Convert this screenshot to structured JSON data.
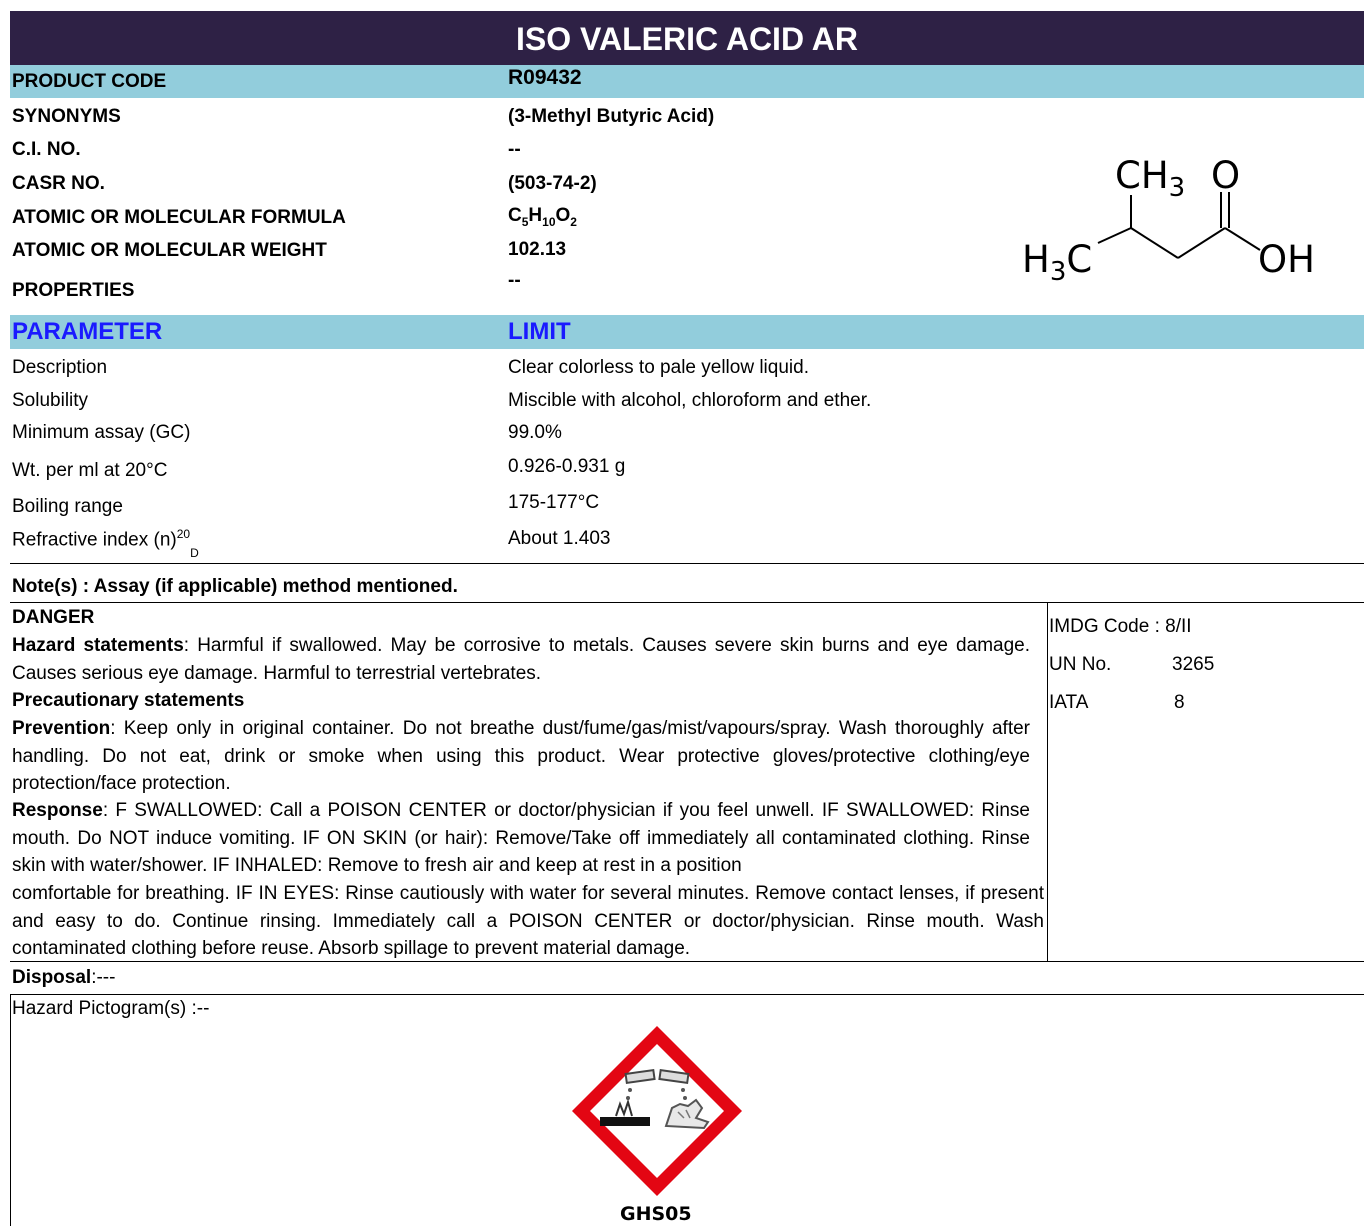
{
  "title": "ISO VALERIC ACID AR",
  "info": [
    {
      "label": "PRODUCT CODE",
      "value": "R09432"
    },
    {
      "label": "SYNONYMS",
      "value": "(3-Methyl Butyric Acid)"
    },
    {
      "label": "C.I. NO.",
      "value": "--"
    },
    {
      "label": "CASR NO.",
      "value": "(503-74-2)"
    },
    {
      "label": "ATOMIC OR MOLECULAR FORMULA",
      "value": "C5H10O2"
    },
    {
      "label": "ATOMIC OR MOLECULAR WEIGHT",
      "value": "102.13"
    },
    {
      "label": "PROPERTIES",
      "value": "--"
    }
  ],
  "formula_parts": {
    "c": "C",
    "c_n": "5",
    "h": "H",
    "h_n": "10",
    "o": "O",
    "o_n": "2"
  },
  "structure": {
    "ch3_top": "CH",
    "ch3_top_sub": "3",
    "o": "O",
    "h3c": "H",
    "h3c_sub": "3",
    "h3c_c": "C",
    "oh": "OH"
  },
  "table_header": {
    "parameter": "PARAMETER",
    "limit": "LIMIT"
  },
  "parameters": [
    {
      "name": "Description",
      "limit": "Clear colorless to pale yellow liquid."
    },
    {
      "name": "Solubility",
      "limit": "Miscible with alcohol, chloroform and ether."
    },
    {
      "name": "Minimum assay (GC)",
      "limit": "99.0%"
    },
    {
      "name": "Wt. per ml at 20°C",
      "limit": "0.926-0.931 g"
    },
    {
      "name": "Boiling range",
      "limit": "175-177°C"
    },
    {
      "name": "Refractive index (n)",
      "limit": "About 1.403"
    }
  ],
  "refractive_sup": "20",
  "refractive_sub": "D",
  "note": "Note(s) : Assay (if applicable) method mentioned.",
  "hazard": {
    "danger": "DANGER",
    "hazard_label": "Hazard statements",
    "hazard_text": ": Harmful if swallowed. May be corrosive to metals. Causes severe skin burns and eye damage. Causes serious eye damage. Harmful to terrestrial vertebrates.",
    "precautionary": "Precautionary statements",
    "prevention_label": "Prevention",
    "prevention_text": ": Keep only in original container. Do not breathe dust/fume/gas/mist/vapours/spray. Wash thoroughly after handling. Do not eat, drink or smoke when using this product. Wear protective gloves/protective clothing/eye protection/face protection.",
    "response_label": "Response",
    "response_text_1": ": F SWALLOWED: Call a POISON CENTER or doctor/physician if you feel unwell. IF SWALLOWED: Rinse mouth. Do NOT induce vomiting. IF ON SKIN (or hair): Remove/Take off immediately all contaminated clothing. Rinse skin with water/shower. IF INHALED: Remove to fresh air and keep at rest in a position",
    "response_text_2": "comfortable for breathing. IF IN EYES: Rinse cautiously with water for several minutes. Remove contact lenses, if present and easy to do. Continue rinsing. Immediately call a POISON CENTER or doctor/physician. Rinse mouth. Wash contaminated clothing before reuse. Absorb spillage to prevent material damage."
  },
  "transport": [
    {
      "label": "IMDG  Code  :",
      "value": "8/II"
    },
    {
      "label": "UN No.",
      "value": "3265"
    },
    {
      "label": "IATA",
      "value": "8"
    }
  ],
  "disposal": {
    "label": "Disposal",
    "value": ":---"
  },
  "pictogram": {
    "label": "Hazard Pictogram(s) :--",
    "code": "GHS05"
  },
  "colors": {
    "title_bg": "#2e2145",
    "band": "#92cddc",
    "header_text": "#1a1aff",
    "pictogram_red": "#e30613"
  }
}
